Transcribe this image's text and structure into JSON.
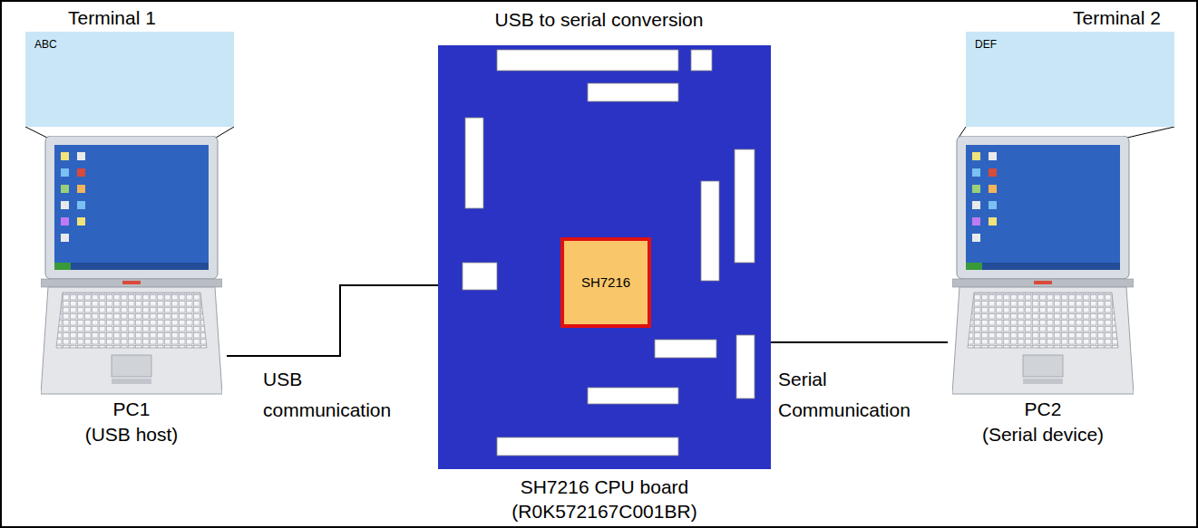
{
  "diagram": {
    "title": "USB to serial conversion",
    "nodes": [
      {
        "text": [
          "Terminal 1",
          "ABC"
        ]
      },
      {
        "text": [
          "PC1",
          "(USB host)"
        ]
      },
      {
        "text": [
          "SH7216 CPU board",
          "(R0K572167C001BR)"
        ]
      },
      {
        "text": [
          "SH7216"
        ],
        "in": 2
      },
      {
        "text": [
          "Terminal 2",
          "DEF"
        ]
      },
      {
        "text": [
          "PC2",
          "(Serial device)"
        ]
      }
    ],
    "edges": [
      {
        "from": 1,
        "to": 2,
        "label": "USB communication",
        "arrow": "none"
      },
      {
        "from": 2,
        "to": 5,
        "label": "Serial Communication",
        "arrow": "none"
      }
    ]
  }
}
